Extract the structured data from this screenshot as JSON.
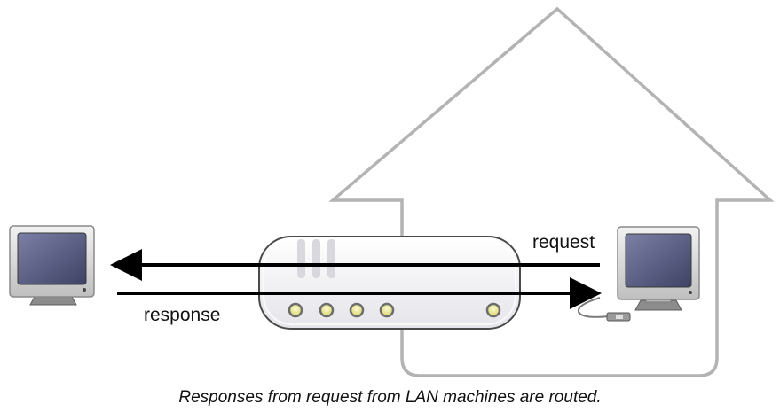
{
  "labels": {
    "request": "request",
    "response": "response"
  },
  "caption": "Responses from request from LAN machines are routed.",
  "colors": {
    "house_outline": "#b3b3b3",
    "arrow": "#000000",
    "router_body": "#f4f4f7",
    "router_stroke": "#4a4a4a",
    "led_fill": "#f3f1a0",
    "led_ring": "#6d6d6d",
    "monitor_screen": "#5a5f82",
    "monitor_bezel": "#dcdcdc"
  },
  "icons": {
    "remote_computer": "monitor-icon",
    "local_computer": "monitor-icon",
    "router": "router-icon",
    "home_network": "house-icon"
  }
}
